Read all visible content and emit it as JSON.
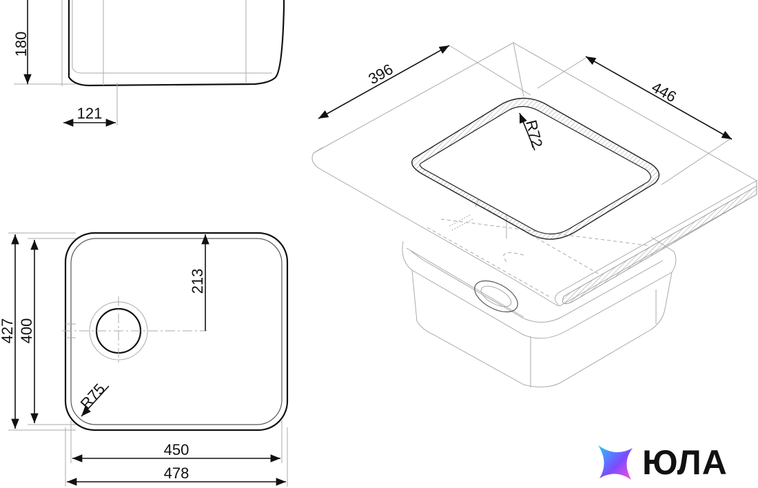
{
  "dimensions": {
    "depth": "180",
    "side_offset": "121",
    "drain_offset": "213",
    "outer_height": "427",
    "inner_height": "400",
    "corner_radius_top": "R75",
    "inner_width": "450",
    "outer_width": "478",
    "cutout_depth": "396",
    "cutout_width": "446",
    "cutout_radius": "R72"
  },
  "brand": {
    "name": "ЮЛА"
  },
  "colors": {
    "line": "#111111",
    "hidden_line": "#a9a9a9",
    "logo_gradient": [
      "#29c6ff",
      "#7a4cff",
      "#ff4fd8"
    ]
  }
}
